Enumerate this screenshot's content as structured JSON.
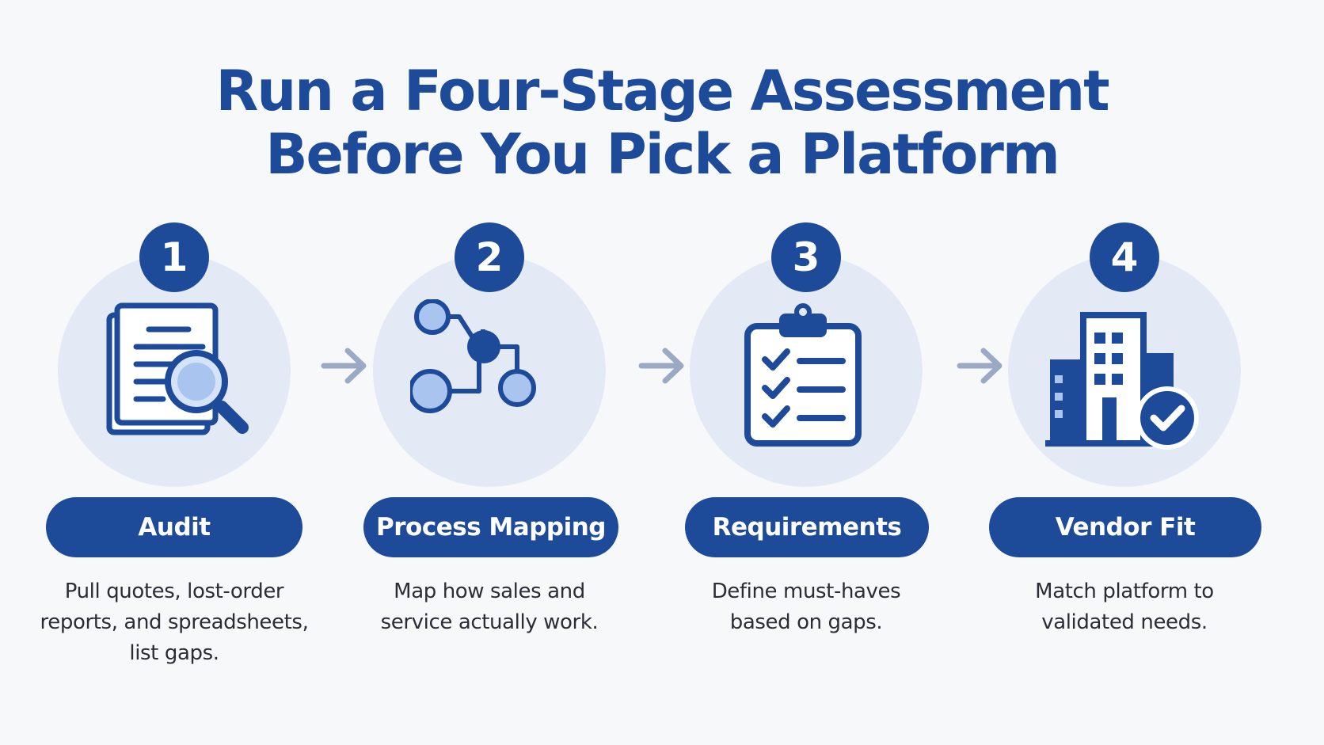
{
  "title": {
    "line1": "Run a Four-Stage Assessment",
    "line2": "Before You Pick a Platform"
  },
  "stages": [
    {
      "number": "1",
      "label": "Audit",
      "description": "Pull quotes, lost-order\nreports, and spreadsheets,\nlist gaps.",
      "icon": "document-magnifier-icon"
    },
    {
      "number": "2",
      "label": "Process Mapping",
      "description": "Map how sales and\nservice actually work.",
      "icon": "process-flow-icon"
    },
    {
      "number": "3",
      "label": "Requirements",
      "description": "Define must-haves\nbased on gaps.",
      "icon": "checklist-clipboard-icon"
    },
    {
      "number": "4",
      "label": "Vendor Fit",
      "description": "Match platform to\nvalidated needs.",
      "icon": "building-check-icon"
    }
  ],
  "colors": {
    "primary": "#1e4a9a",
    "circle_bg": "#e3eaf6",
    "icon_fill": "#a9c4ee",
    "arrow": "#9aa9c4",
    "text": "#2a2d35"
  }
}
